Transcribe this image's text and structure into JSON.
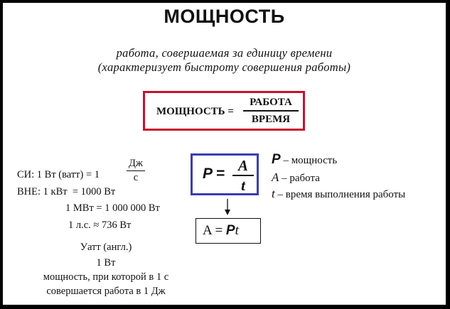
{
  "title": "МОЩНОСТЬ",
  "subtitle": {
    "line1": "работа, совершаемая за единицу времени",
    "line2": "(характеризует быстроту совершения работы)"
  },
  "word_formula": {
    "lhs": "МОЩНОСТЬ =",
    "numerator": "РАБОТА",
    "denominator": "ВРЕМЯ"
  },
  "formula": {
    "P": "P",
    "eq": "=",
    "numerator": "A",
    "denominator": "t"
  },
  "derived": {
    "A": "A",
    "eq": " = ",
    "P": "P",
    "t": "t"
  },
  "legend": [
    {
      "symbol": "P",
      "text": "– мощность"
    },
    {
      "symbol": "A",
      "text": "– работа"
    },
    {
      "symbol": "t",
      "text": "– время выполнения работы"
    }
  ],
  "units": {
    "si_prefix": "СИ: 1 Вт (ватт) = 1",
    "si_num": "Дж",
    "si_den": "с",
    "vne": "ВНЕ: 1 кВт  = 1000 Вт",
    "mw": "1 МВт = 1 000 000 Вт",
    "hp": "1 л.с. ≈ 736 Вт"
  },
  "watt_def": {
    "line1": "Уатт (англ.)",
    "line2": "1 Вт",
    "line3": "мощность, при которой в 1 с",
    "line4": "совершается работа в 1 Дж"
  },
  "colors": {
    "red_box": "#c8102e",
    "blue_box": "#3a3db0"
  }
}
